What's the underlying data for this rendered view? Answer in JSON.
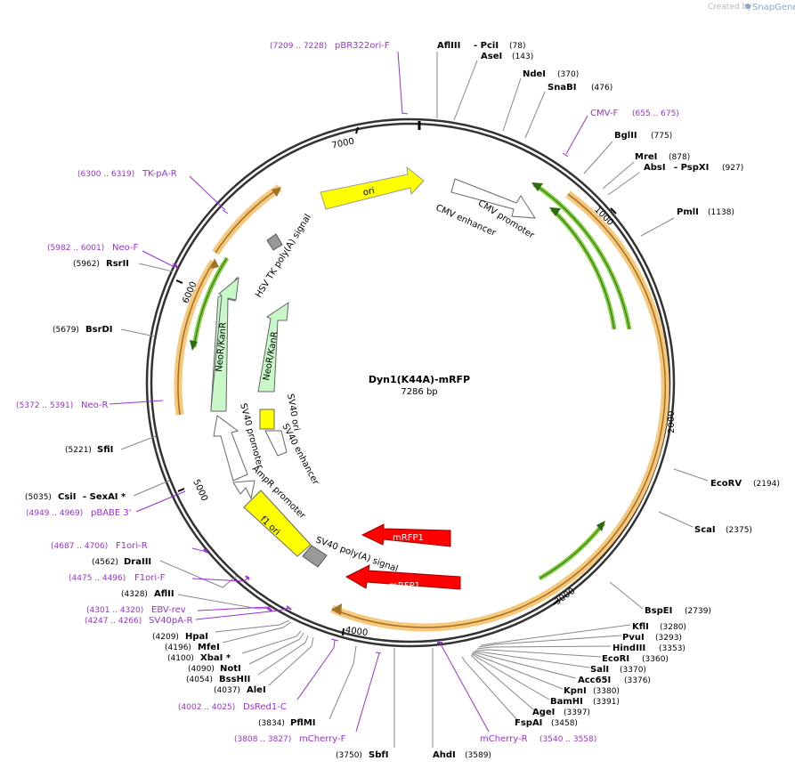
{
  "credit": {
    "prefix": "Created by",
    "brand": "SnapGene"
  },
  "plasmid": {
    "name": "Dyn1(K44A)-mRFP",
    "length_label": "7286 bp"
  },
  "ticks": [
    "1000",
    "2000",
    "3000",
    "4000",
    "5000",
    "6000",
    "7000"
  ],
  "enzymes": [
    {
      "id": "afliii",
      "name": "AflIII",
      "pos": "(78)"
    },
    {
      "id": "pcii",
      "name": "- PciI",
      "pos": ""
    },
    {
      "id": "asei",
      "name": "AseI",
      "pos": "(143)"
    },
    {
      "id": "ndei",
      "name": "NdeI",
      "pos": "(370)"
    },
    {
      "id": "snabi",
      "name": "SnaBI",
      "pos": "(476)"
    },
    {
      "id": "bglii",
      "name": "BglII",
      "pos": "(775)"
    },
    {
      "id": "mrei",
      "name": "MreI",
      "pos": "(878)"
    },
    {
      "id": "absi",
      "name": "AbsI",
      "pos": "(927)"
    },
    {
      "id": "pspxi",
      "name": "- PspXI",
      "pos": ""
    },
    {
      "id": "pmli",
      "name": "PmlI",
      "pos": "(1138)"
    },
    {
      "id": "ecorv",
      "name": "EcoRV",
      "pos": "(2194)"
    },
    {
      "id": "scai",
      "name": "ScaI",
      "pos": "(2375)"
    },
    {
      "id": "bspei",
      "name": "BspEI",
      "pos": "(2739)"
    },
    {
      "id": "kfli",
      "name": "KflI",
      "pos": "(3280)"
    },
    {
      "id": "pvui",
      "name": "PvuI",
      "pos": "(3293)"
    },
    {
      "id": "hindiii",
      "name": "HindIII",
      "pos": "(3353)"
    },
    {
      "id": "ecori",
      "name": "EcoRI",
      "pos": "(3360)"
    },
    {
      "id": "sali",
      "name": "SalI",
      "pos": "(3370)"
    },
    {
      "id": "acc65i",
      "name": "Acc65I",
      "pos": "(3376)"
    },
    {
      "id": "kpni",
      "name": "KpnI",
      "pos": "(3380)"
    },
    {
      "id": "bamhi",
      "name": "BamHI",
      "pos": "(3391)"
    },
    {
      "id": "agei",
      "name": "AgeI",
      "pos": "(3397)"
    },
    {
      "id": "fspai",
      "name": "FspAI",
      "pos": "(3458)"
    },
    {
      "id": "ahdi",
      "name": "AhdI",
      "pos": "(3589)"
    },
    {
      "id": "sbfi",
      "name": "SbfI",
      "pos": "(3750)"
    },
    {
      "id": "pflmi",
      "name": "PflMI",
      "pos": "(3834)"
    },
    {
      "id": "alei",
      "name": "AleI",
      "pos": "(4037)"
    },
    {
      "id": "bsshii",
      "name": "BssHII",
      "pos": "(4054)"
    },
    {
      "id": "noti",
      "name": "NotI",
      "pos": "(4090)"
    },
    {
      "id": "xbai",
      "name": "XbaI *",
      "pos": "(4100)"
    },
    {
      "id": "mfei",
      "name": "MfeI",
      "pos": "(4196)"
    },
    {
      "id": "hpai",
      "name": "HpaI",
      "pos": "(4209)"
    },
    {
      "id": "aflii",
      "name": "AflII",
      "pos": "(4328)"
    },
    {
      "id": "draiii",
      "name": "DraIII",
      "pos": "(4562)"
    },
    {
      "id": "csii",
      "name": "CsiI",
      "pos": "(5035)"
    },
    {
      "id": "sexai",
      "name": "- SexAI *",
      "pos": ""
    },
    {
      "id": "sfii",
      "name": "SfiI",
      "pos": "(5221)"
    },
    {
      "id": "bsrdi",
      "name": "BsrDI",
      "pos": "(5679)"
    },
    {
      "id": "rsrii",
      "name": "RsrII",
      "pos": "(5962)"
    }
  ],
  "primers": [
    {
      "id": "pbr322ori-f",
      "name": "pBR322ori-F",
      "pos": "(7209 .. 7228)"
    },
    {
      "id": "cmv-f",
      "name": "CMV-F",
      "pos": "(655 .. 675)"
    },
    {
      "id": "mcherry-r",
      "name": "mCherry-R",
      "pos": "(3540 .. 3558)"
    },
    {
      "id": "mcherry-f",
      "name": "mCherry-F",
      "pos": "(3808 .. 3827)"
    },
    {
      "id": "dsred1-c",
      "name": "DsRed1-C",
      "pos": "(4002 .. 4025)"
    },
    {
      "id": "sv40pa-r",
      "name": "SV40pA-R",
      "pos": "(4247 .. 4266)"
    },
    {
      "id": "ebv-rev",
      "name": "EBV-rev",
      "pos": "(4301 .. 4320)"
    },
    {
      "id": "f1ori-f",
      "name": "F1ori-F",
      "pos": "(4475 .. 4496)"
    },
    {
      "id": "f1ori-r",
      "name": "F1ori-R",
      "pos": "(4687 .. 4706)"
    },
    {
      "id": "pbabe3",
      "name": "pBABE 3'",
      "pos": "(4949 .. 4969)"
    },
    {
      "id": "neo-r",
      "name": "Neo-R",
      "pos": "(5372 .. 5391)"
    },
    {
      "id": "neo-f",
      "name": "Neo-F",
      "pos": "(5982 .. 6001)"
    },
    {
      "id": "tk-pa-r",
      "name": "TK-pA-R",
      "pos": "(6300 .. 6319)"
    }
  ],
  "features": {
    "ori": "ori",
    "cmv_enhancer": "CMV enhancer",
    "cmv_promoter": "CMV promoter",
    "hsv_tk": "HSV TK poly(A) signal",
    "neor1": "NeoR/KanR",
    "neor2": "NeoR/KanR",
    "sv40_ori": "SV40 ori",
    "sv40_promoter": "SV40 promoter",
    "sv40_enhancer": "SV40 enhancer",
    "ampr_promoter": "AmpR promoter",
    "f1_ori": "f1 ori",
    "sv40_polya": "SV40 poly(A) signal",
    "mrfp1_a": "mRFP1",
    "mrfp1_b": "mRFP1"
  },
  "colors": {
    "backbone": "#333333",
    "enzyme_line": "#888888",
    "primer": "#9b30d9",
    "ori": "#ffff00",
    "neor": "#c8f7c8",
    "orange_band": "#f7c77a",
    "green_arrow": "#7fcc3a",
    "mrfp1": "#ff0000",
    "terminator": "#999999"
  }
}
